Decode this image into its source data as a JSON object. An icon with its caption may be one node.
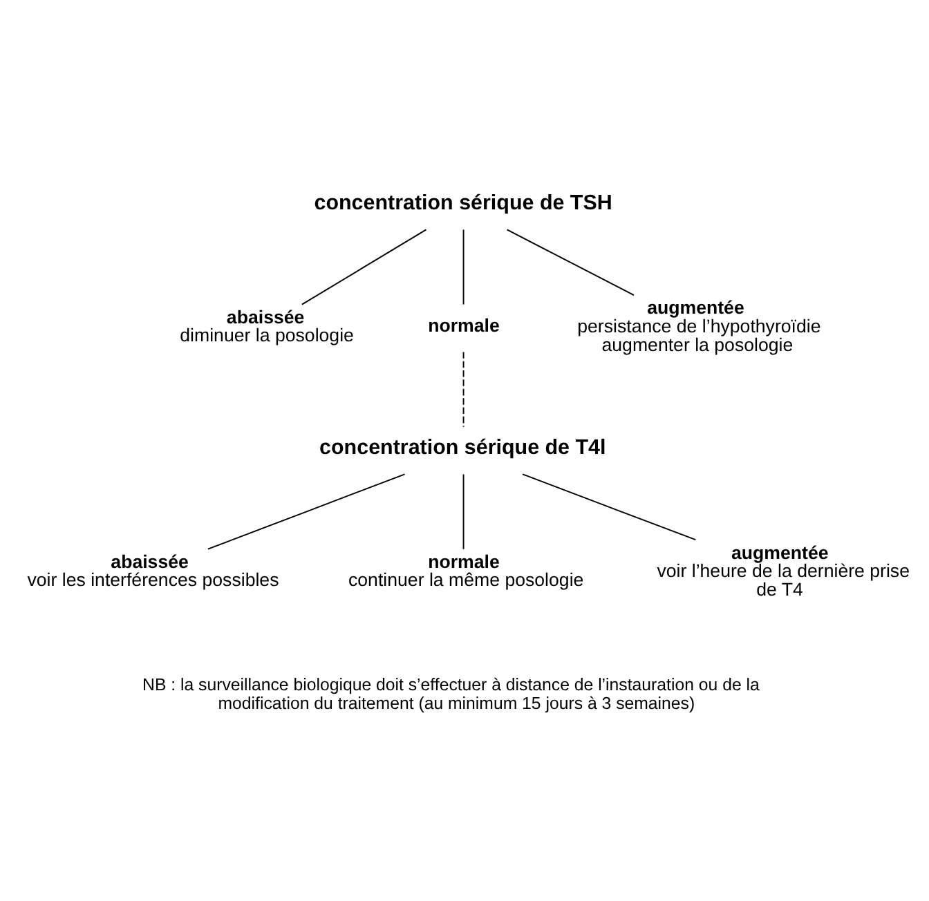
{
  "diagram": {
    "nodes": [
      {
        "text": [
          "concentration sérique de TSH"
        ]
      },
      {
        "text": [
          "abaissée",
          "diminuer la posologie"
        ]
      },
      {
        "text": [
          "normale"
        ]
      },
      {
        "text": [
          "augmentée",
          "persistance de l’hypothyroïdie augmenter la posologie"
        ]
      },
      {
        "text": [
          "concentration sérique de T4l"
        ]
      },
      {
        "text": [
          "abaissée",
          "voir les interférences possibles"
        ]
      },
      {
        "text": [
          "normale",
          "continuer la même posologie"
        ]
      },
      {
        "text": [
          "augmentée",
          "voir l’heure de la dernière prise de T4"
        ]
      }
    ],
    "edges": [
      {
        "from": 0,
        "to": 1,
        "arrow": "none"
      },
      {
        "from": 0,
        "to": 2,
        "arrow": "none"
      },
      {
        "from": 0,
        "to": 3,
        "arrow": "none"
      },
      {
        "from": 2,
        "to": 4,
        "arrow": "none",
        "style": "dashed"
      },
      {
        "from": 4,
        "to": 5,
        "arrow": "none"
      },
      {
        "from": 4,
        "to": 6,
        "arrow": "none"
      },
      {
        "from": 4,
        "to": 7,
        "arrow": "none"
      }
    ],
    "labels": [
      "NB : la surveillance biologique doit s’effectuer à distance de l’instauration ou de la modification du traitement (au minimum 15 jours à 3 semaines)"
    ]
  }
}
